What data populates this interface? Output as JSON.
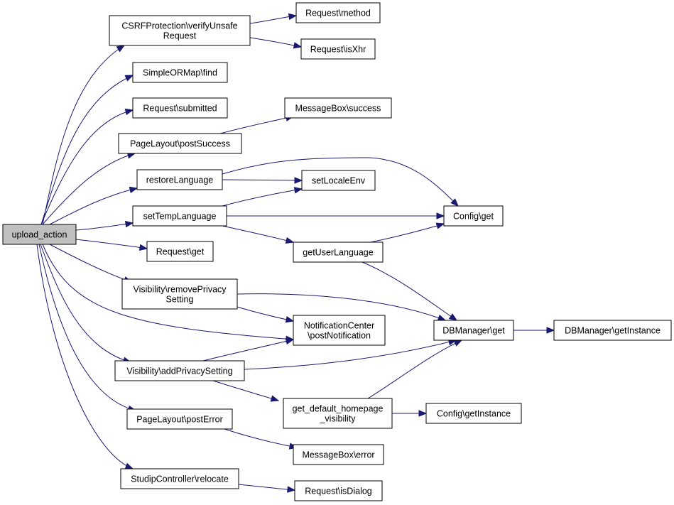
{
  "graph": {
    "colors": {
      "edge": "#191970",
      "node_fill": "#ffffff",
      "root_fill": "#bfbfbf",
      "border": "#000000"
    },
    "nodes": {
      "upload_action": [
        "upload_action"
      ],
      "csrf": [
        "CSRFProtection\\verifyUnsafe",
        "Request"
      ],
      "req_method": [
        "Request\\method"
      ],
      "req_isxhr": [
        "Request\\isXhr"
      ],
      "orm_find": [
        "SimpleORMap\\find"
      ],
      "req_submitted": [
        "Request\\submitted"
      ],
      "msg_success": [
        "MessageBox\\success"
      ],
      "pl_success": [
        "PageLayout\\postSuccess"
      ],
      "restore_lang": [
        "restoreLanguage"
      ],
      "set_locale": [
        "setLocaleEnv"
      ],
      "temp_lang": [
        "setTempLanguage"
      ],
      "config_get": [
        "Config\\get"
      ],
      "req_get": [
        "Request\\get"
      ],
      "user_lang": [
        "getUserLanguage"
      ],
      "vis_remove": [
        "Visibility\\removePrivacy",
        "Setting"
      ],
      "notif": [
        "NotificationCenter",
        "\\postNotification"
      ],
      "db_get": [
        "DBManager\\get"
      ],
      "db_instance": [
        "DBManager\\getInstance"
      ],
      "vis_add": [
        "Visibility\\addPrivacySetting"
      ],
      "default_vis": [
        "get_default_homepage",
        "_visibility"
      ],
      "config_instance": [
        "Config\\getInstance"
      ],
      "pl_error": [
        "PageLayout\\postError"
      ],
      "msg_error": [
        "MessageBox\\error"
      ],
      "relocate": [
        "StudipController\\relocate"
      ],
      "req_isdialog": [
        "Request\\isDialog"
      ]
    },
    "edges": [
      [
        "upload_action",
        "csrf"
      ],
      [
        "upload_action",
        "orm_find"
      ],
      [
        "upload_action",
        "req_submitted"
      ],
      [
        "upload_action",
        "pl_success"
      ],
      [
        "upload_action",
        "restore_lang"
      ],
      [
        "upload_action",
        "temp_lang"
      ],
      [
        "upload_action",
        "req_get"
      ],
      [
        "upload_action",
        "vis_remove"
      ],
      [
        "upload_action",
        "notif"
      ],
      [
        "upload_action",
        "vis_add"
      ],
      [
        "upload_action",
        "pl_error"
      ],
      [
        "upload_action",
        "relocate"
      ],
      [
        "csrf",
        "req_method"
      ],
      [
        "csrf",
        "req_isxhr"
      ],
      [
        "pl_success",
        "msg_success"
      ],
      [
        "restore_lang",
        "config_get"
      ],
      [
        "restore_lang",
        "set_locale"
      ],
      [
        "temp_lang",
        "config_get"
      ],
      [
        "temp_lang",
        "set_locale"
      ],
      [
        "temp_lang",
        "user_lang"
      ],
      [
        "user_lang",
        "config_get"
      ],
      [
        "user_lang",
        "db_get"
      ],
      [
        "vis_remove",
        "db_get"
      ],
      [
        "vis_remove",
        "notif"
      ],
      [
        "vis_add",
        "db_get"
      ],
      [
        "vis_add",
        "notif"
      ],
      [
        "vis_add",
        "default_vis"
      ],
      [
        "default_vis",
        "db_get"
      ],
      [
        "default_vis",
        "config_instance"
      ],
      [
        "db_get",
        "db_instance"
      ],
      [
        "pl_error",
        "msg_error"
      ],
      [
        "relocate",
        "req_isdialog"
      ]
    ]
  }
}
